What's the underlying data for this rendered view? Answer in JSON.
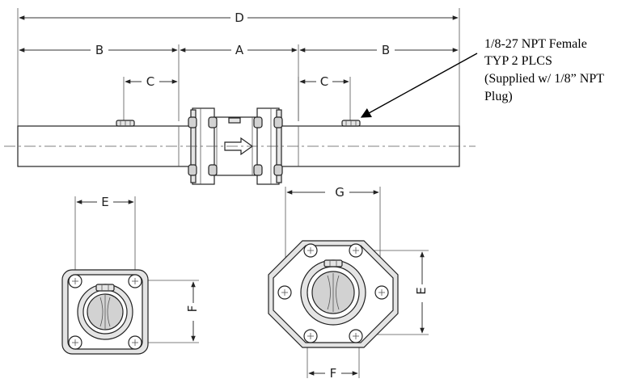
{
  "dimensions": {
    "D": "D",
    "A": "A",
    "B_left": "B",
    "B_right": "B",
    "C_left": "C",
    "C_right": "C",
    "E_left": "E",
    "E_right": "E",
    "F_left": "F",
    "F_right": "F",
    "G": "G"
  },
  "note": {
    "line1": "1/8-27 NPT Female",
    "line2": "TYP 2 PLCS",
    "line3": "(Supplied w/ 1/8” NPT",
    "line4": "Plug)"
  }
}
